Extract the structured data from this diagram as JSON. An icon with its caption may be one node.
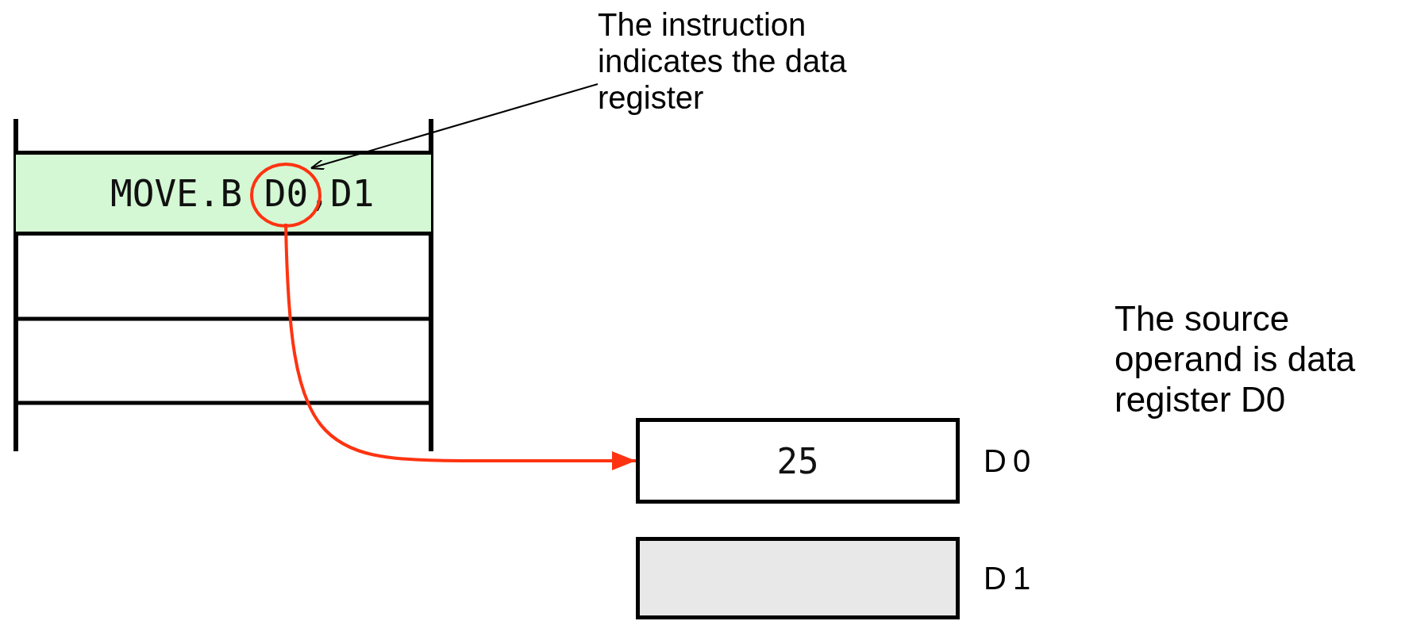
{
  "diagram": {
    "nodes": [
      {
        "text": [
          "MOVE.B D0,D1"
        ]
      },
      {
        "text": [],
        "shape": "circle",
        "in": 0
      },
      {
        "text": [
          "The instruction indicates the data register"
        ]
      },
      {
        "text": [
          "25"
        ],
        "beside": [
          "D0"
        ]
      },
      {
        "text": [],
        "shape": "box",
        "beside": [
          "D1"
        ]
      }
    ],
    "edges": [
      {
        "from": 2,
        "to": 1,
        "arrow": "to"
      },
      {
        "from": 1,
        "to": 3,
        "arrow": "to",
        "color": "#ff3311"
      }
    ],
    "labels": [
      "The source operand is data register D0"
    ]
  }
}
